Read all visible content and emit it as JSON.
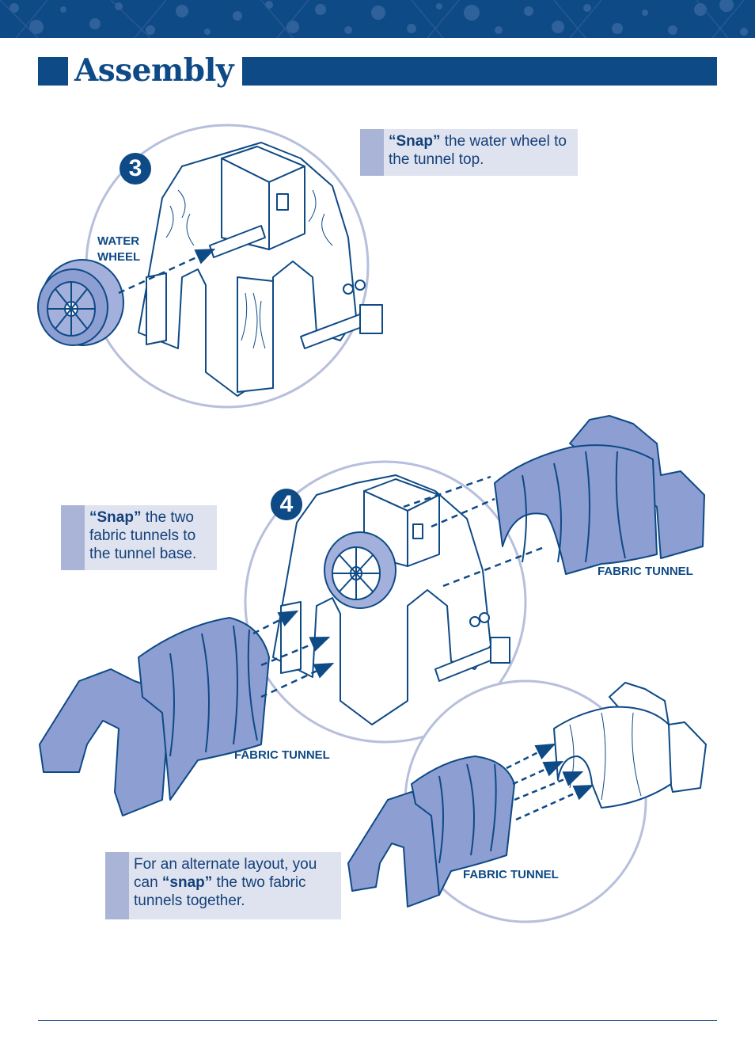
{
  "title": "Assembly",
  "step3": {
    "number": "3",
    "instruction_bold": "“Snap”",
    "instruction_rest": " the water wheel to the tunnel top.",
    "label_line1": "WATER",
    "label_line2": "WHEEL"
  },
  "step4": {
    "number": "4",
    "instruction_bold": "“Snap”",
    "instruction_rest": " the two fabric tunnels to the tunnel base.",
    "label_right": "FABRIC TUNNEL",
    "label_left": "FABRIC TUNNEL"
  },
  "alternate": {
    "instruction_pre": "For an alternate layout, you can ",
    "instruction_bold": "“snap”",
    "instruction_post": " the two fabric tunnels together.",
    "label": "FABRIC TUNNEL"
  },
  "colors": {
    "brand_blue": "#0e4a86",
    "note_bg": "#dfe3ef",
    "note_tab": "#a9b4d6",
    "tunnel_fill": "#8d9ed2",
    "circle_stroke": "#b7bfdc"
  },
  "icons": [
    "water-wheel-icon",
    "tunnel-base-icon",
    "fabric-tunnel-icon",
    "snap-arrow-icon"
  ]
}
